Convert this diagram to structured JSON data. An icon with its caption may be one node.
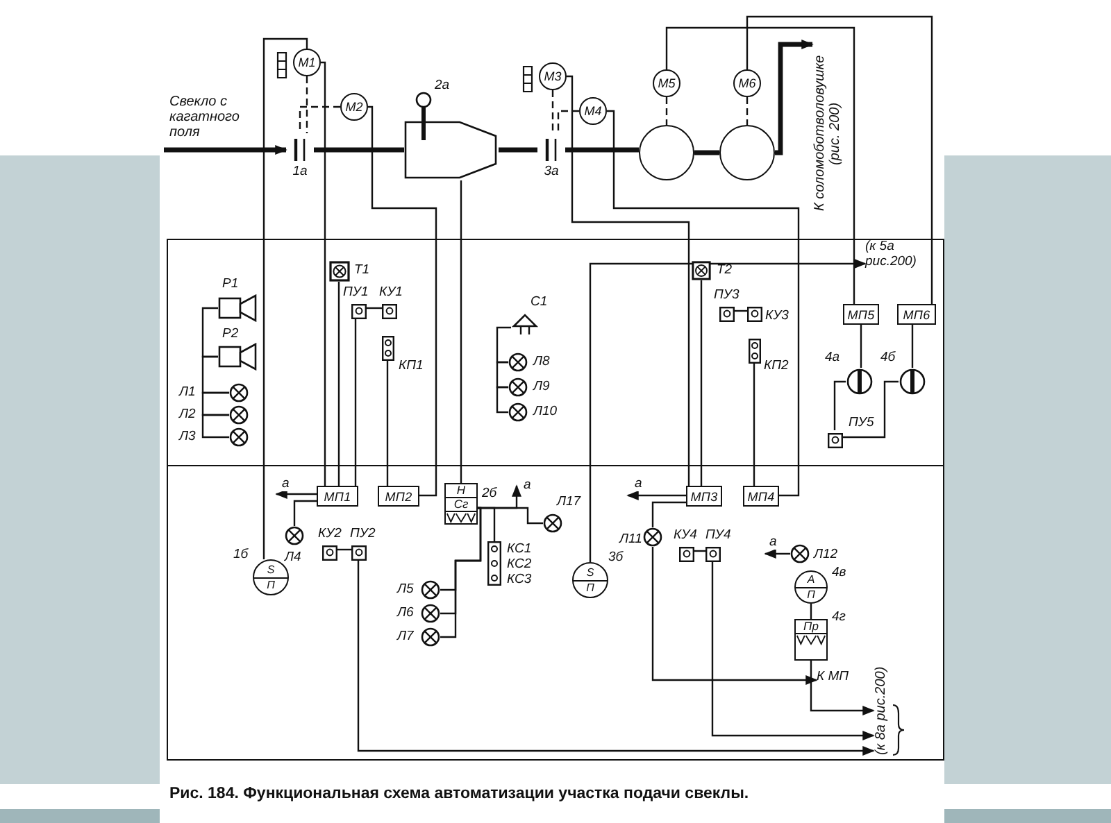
{
  "diagram": {
    "caption": "Рис. 184. Функциональная схема автоматизации участка подачи свеклы.",
    "nodes": [
      {
        "text": [
          "1а"
        ]
      },
      {
        "text": [
          "М1"
        ]
      },
      {
        "text": [
          "М2"
        ]
      },
      {
        "text": [],
        "shape": "trapezoid",
        "beside": [
          "2а"
        ]
      },
      {
        "text": [
          "М3"
        ]
      },
      {
        "text": [
          "3а"
        ]
      },
      {
        "text": [
          "М4"
        ]
      },
      {
        "text": [
          "М5"
        ]
      },
      {
        "text": [
          "М6"
        ]
      },
      {
        "text": [],
        "shape": "circle"
      },
      {
        "text": [],
        "shape": "circle"
      },
      {
        "text": [
          "К соломоботволовушке (рис. 200)"
        ]
      },
      {
        "text": [],
        "shape": "speaker",
        "beside": [
          "Р1"
        ]
      },
      {
        "text": [],
        "shape": "speaker",
        "beside": [
          "Р2"
        ]
      },
      {
        "text": [],
        "shape": "lamp",
        "beside": [
          "Л1"
        ]
      },
      {
        "text": [],
        "shape": "lamp",
        "beside": [
          "Л2"
        ]
      },
      {
        "text": [],
        "shape": "lamp",
        "beside": [
          "Л3"
        ]
      },
      {
        "text": [],
        "shape": "box",
        "beside": [
          "Т1"
        ]
      },
      {
        "text": [],
        "shape": "button",
        "beside": [
          "ПУ1"
        ]
      },
      {
        "text": [],
        "shape": "button",
        "beside": [
          "КУ1"
        ]
      },
      {
        "text": [],
        "shape": "switch",
        "beside": [
          "КП1"
        ]
      },
      {
        "text": [],
        "shape": "siren",
        "beside": [
          "С1"
        ]
      },
      {
        "text": [],
        "shape": "lamp",
        "beside": [
          "Л8"
        ]
      },
      {
        "text": [],
        "shape": "lamp",
        "beside": [
          "Л9"
        ]
      },
      {
        "text": [],
        "shape": "lamp",
        "beside": [
          "Л10"
        ]
      },
      {
        "text": [],
        "shape": "box",
        "beside": [
          "Т2"
        ]
      },
      {
        "text": [],
        "shape": "button",
        "beside": [
          "ПУ3"
        ]
      },
      {
        "text": [],
        "shape": "button",
        "beside": [
          "КУ3"
        ]
      },
      {
        "text": [],
        "shape": "switch",
        "beside": [
          "КП2"
        ]
      },
      {
        "text": [
          "МП5"
        ]
      },
      {
        "text": [
          "МП6"
        ]
      },
      {
        "text": [],
        "shape": "valve",
        "beside": [
          "4а"
        ]
      },
      {
        "text": [],
        "shape": "valve",
        "beside": [
          "4б"
        ]
      },
      {
        "text": [],
        "shape": "button",
        "beside": [
          "ПУ5"
        ]
      },
      {
        "text": [
          "МП1"
        ]
      },
      {
        "text": [
          "МП2"
        ]
      },
      {
        "text": [],
        "shape": "lamp",
        "beside": [
          "Л4"
        ]
      },
      {
        "text": [
          "S",
          "П"
        ],
        "beside": [
          "1б"
        ]
      },
      {
        "text": [],
        "shape": "button",
        "beside": [
          "КУ2"
        ]
      },
      {
        "text": [],
        "shape": "button",
        "beside": [
          "ПУ2"
        ]
      },
      {
        "text": [
          "Н",
          "Сг"
        ],
        "beside": [
          "2б"
        ]
      },
      {
        "text": [],
        "shape": "lamp",
        "beside": [
          "Л17"
        ]
      },
      {
        "text": [
          "КС1",
          "КС2",
          "КС3"
        ]
      },
      {
        "text": [],
        "shape": "lamp",
        "beside": [
          "Л5"
        ]
      },
      {
        "text": [],
        "shape": "lamp",
        "beside": [
          "Л6"
        ]
      },
      {
        "text": [],
        "shape": "lamp",
        "beside": [
          "Л7"
        ]
      },
      {
        "text": [
          "S",
          "П"
        ],
        "beside": [
          "3б"
        ]
      },
      {
        "text": [
          "МП3"
        ]
      },
      {
        "text": [
          "МП4"
        ]
      },
      {
        "text": [],
        "shape": "lamp",
        "beside": [
          "Л11"
        ]
      },
      {
        "text": [],
        "shape": "button",
        "beside": [
          "КУ4"
        ]
      },
      {
        "text": [],
        "shape": "button",
        "beside": [
          "ПУ4"
        ]
      },
      {
        "text": [],
        "shape": "lamp",
        "beside": [
          "Л12"
        ]
      },
      {
        "text": [
          "А",
          "П"
        ],
        "beside": [
          "4в"
        ]
      },
      {
        "text": [
          "Пр"
        ],
        "beside": [
          "4г"
        ]
      },
      {
        "text": [
          "(к 5а рис.200)"
        ]
      },
      {
        "text": [
          "К МП"
        ]
      },
      {
        "text": [
          "(к 8а рис.200)"
        ]
      }
    ],
    "edges": [
      {
        "from": null,
        "to": 0,
        "arrow": "to",
        "style": "thick"
      },
      {
        "from": 0,
        "to": 3,
        "arrow": "none",
        "style": "thick"
      },
      {
        "from": 3,
        "to": 5,
        "arrow": "none",
        "style": "thick"
      },
      {
        "from": 5,
        "to": 9,
        "arrow": "none",
        "style": "thick"
      },
      {
        "from": 9,
        "to": 10,
        "arrow": "none",
        "style": "thick"
      },
      {
        "from": 10,
        "to": 11,
        "arrow": "to",
        "style": "thick"
      },
      {
        "from": 1,
        "to": 0,
        "arrow": "none",
        "style": "dashed"
      },
      {
        "from": 2,
        "to": 0,
        "arrow": "none",
        "style": "dashed"
      },
      {
        "from": 4,
        "to": 5,
        "arrow": "none",
        "style": "dashed"
      },
      {
        "from": 6,
        "to": 5,
        "arrow": "none",
        "style": "dashed"
      },
      {
        "from": 7,
        "to": 9,
        "arrow": "none",
        "style": "dashed"
      },
      {
        "from": 8,
        "to": 10,
        "arrow": "none",
        "style": "dashed"
      },
      {
        "from": 1,
        "to": 34,
        "arrow": "none"
      },
      {
        "from": 2,
        "to": 35,
        "arrow": "none"
      },
      {
        "from": 3,
        "to": 40,
        "arrow": "none"
      },
      {
        "from": 4,
        "to": 47,
        "arrow": "none"
      },
      {
        "from": 6,
        "to": 48,
        "arrow": "none"
      },
      {
        "from": 7,
        "to": 29,
        "arrow": "none"
      },
      {
        "from": 8,
        "to": 30,
        "arrow": "none"
      },
      {
        "from": 17,
        "to": 34,
        "arrow": "none"
      },
      {
        "from": 18,
        "to": 19,
        "arrow": "none"
      },
      {
        "from": 20,
        "to": 35,
        "arrow": "none"
      },
      {
        "from": 18,
        "to": 34,
        "arrow": "none"
      },
      {
        "from": 12,
        "to": 13,
        "arrow": "none"
      },
      {
        "from": 13,
        "to": 14,
        "arrow": "none"
      },
      {
        "from": 14,
        "to": 15,
        "arrow": "none"
      },
      {
        "from": 15,
        "to": 16,
        "arrow": "none"
      },
      {
        "from": 21,
        "to": 22,
        "arrow": "none"
      },
      {
        "from": 22,
        "to": 23,
        "arrow": "none"
      },
      {
        "from": 23,
        "to": 24,
        "arrow": "none"
      },
      {
        "from": 25,
        "to": 47,
        "arrow": "none"
      },
      {
        "from": 26,
        "to": 27,
        "arrow": "none"
      },
      {
        "from": 28,
        "to": 48,
        "arrow": "none"
      },
      {
        "from": 29,
        "to": 31,
        "arrow": "none"
      },
      {
        "from": 30,
        "to": 32,
        "arrow": "none"
      },
      {
        "from": 33,
        "to": 31,
        "arrow": "none"
      },
      {
        "from": 33,
        "to": 32,
        "arrow": "none"
      },
      {
        "from": 34,
        "to": null,
        "arrow": "to",
        "label": "а"
      },
      {
        "from": 34,
        "to": 36,
        "arrow": "none"
      },
      {
        "from": 38,
        "to": 39,
        "arrow": "none"
      },
      {
        "from": 37,
        "to": 1,
        "arrow": "none"
      },
      {
        "from": 40,
        "to": 41,
        "arrow": "none"
      },
      {
        "from": 40,
        "to": null,
        "arrow": "to",
        "label": "а"
      },
      {
        "from": 40,
        "to": 42,
        "arrow": "none"
      },
      {
        "from": 40,
        "to": 43,
        "arrow": "none"
      },
      {
        "from": 40,
        "to": 44,
        "arrow": "none"
      },
      {
        "from": 40,
        "to": 45,
        "arrow": "none"
      },
      {
        "from": 47,
        "to": null,
        "arrow": "to",
        "label": "а"
      },
      {
        "from": 47,
        "to": 49,
        "arrow": "none"
      },
      {
        "from": 50,
        "to": 51,
        "arrow": "none"
      },
      {
        "from": 52,
        "to": null,
        "arrow": "to",
        "label": "а"
      },
      {
        "from": 53,
        "to": 54,
        "arrow": "none"
      },
      {
        "from": 54,
        "to": 57,
        "arrow": "to"
      },
      {
        "from": 51,
        "to": 57,
        "arrow": "to"
      },
      {
        "from": 46,
        "to": 55,
        "arrow": "to"
      },
      {
        "from": 49,
        "to": 56,
        "arrow": "to"
      },
      {
        "from": 39,
        "to": 57,
        "arrow": "to"
      }
    ],
    "labels": [
      "Свекло с кагатного поля"
    ]
  }
}
